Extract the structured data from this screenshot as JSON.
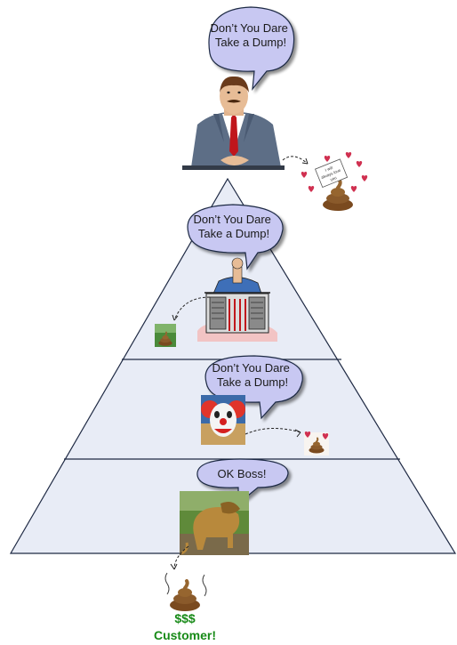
{
  "bubbles": {
    "ceo": [
      "Don’t You Dare",
      "Take a Dump!"
    ],
    "manager": [
      "Don’t You Dare",
      "Take a Dump!"
    ],
    "clown": [
      "Don’t You Dare",
      "Take a Dump!"
    ],
    "worker": [
      "OK Boss!"
    ]
  },
  "customer": {
    "money": "$$$",
    "label": "Customer!"
  },
  "note_text": [
    "I will",
    "always love",
    "you"
  ],
  "colors": {
    "pyramid_fill": "#e8ecf6",
    "pyramid_stroke": "#1f2a44",
    "bubble_fill": "#c8c8f2",
    "money_green": "#178a17",
    "poop_brown": "#8a5a2b"
  },
  "icons": [
    "ceo-figure",
    "manager-at-desk",
    "clown-face",
    "dog-photo",
    "poop-icon",
    "heart-icon"
  ]
}
